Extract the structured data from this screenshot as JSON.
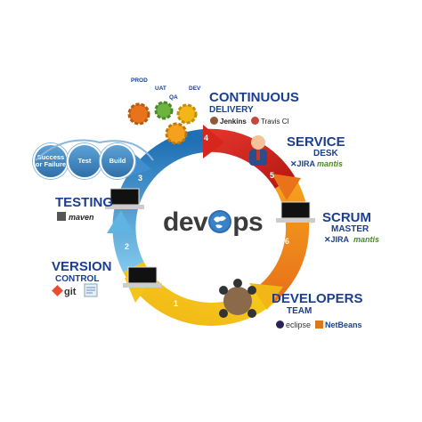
{
  "center_logo": {
    "text_a": "dev",
    "text_b": "ps"
  },
  "stages": {
    "continuous_delivery": {
      "title": "CONTINUOUS",
      "subtitle": "DELIVERY",
      "tools": [
        "Jenkins",
        "Travis CI"
      ]
    },
    "service_desk": {
      "title": "SERVICE",
      "subtitle": "DESK",
      "tools": [
        "JIRA",
        "mantis"
      ]
    },
    "scrum_master": {
      "title": "SCRUM",
      "subtitle": "MASTER",
      "tools": [
        "JIRA",
        "mantis"
      ]
    },
    "developers": {
      "title": "DEVELOPERS",
      "subtitle": "TEAM",
      "tools": [
        "eclipse",
        "NetBeans"
      ]
    },
    "version_control": {
      "title": "VERSION",
      "subtitle": "CONTROL",
      "tools": [
        "git"
      ]
    },
    "testing": {
      "title": "TESTING",
      "tools": [
        "maven"
      ]
    }
  },
  "environments": [
    "PROD",
    "UAT",
    "QA",
    "DEV"
  ],
  "test_bubbles": [
    "Success or Failure",
    "Test",
    "Build"
  ],
  "arrow_numbers": [
    "1",
    "2",
    "3",
    "4",
    "5",
    "6"
  ],
  "colors": {
    "title": "#1b3f8f",
    "arrow_blue": "#2f7fc1",
    "arrow_red": "#d9261c",
    "arrow_orange": "#f28c1a",
    "arrow_yellow": "#f6c21c",
    "logo_gray": "#3b3b3b",
    "logo_globe": "#2e6db3"
  }
}
